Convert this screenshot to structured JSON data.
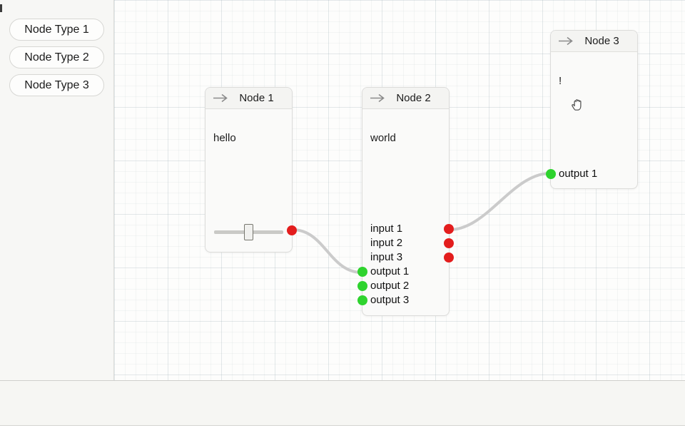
{
  "sidebar": {
    "buttons": [
      {
        "label": "Node Type 1"
      },
      {
        "label": "Node Type 2"
      },
      {
        "label": "Node Type 3"
      }
    ]
  },
  "nodes": [
    {
      "title": "Node 1",
      "header_icon": "arrow-right-icon",
      "content": "hello",
      "slider": {
        "value": "50",
        "min": "0",
        "max": "100"
      },
      "output_ports": 1
    },
    {
      "title": "Node 2",
      "header_icon": "arrow-right-icon",
      "content": "world",
      "inputs": [
        "input 1",
        "input 2",
        "input 3"
      ],
      "outputs": [
        "output 1",
        "output 2",
        "output 3"
      ]
    },
    {
      "title": "Node 3",
      "header_icon": "arrow-right-icon",
      "content": "!",
      "outputs": [
        "output 1"
      ]
    }
  ],
  "connections": [
    {
      "from": "Node 1 output",
      "to": "Node 2 output 1 side"
    },
    {
      "from": "Node 2 input 1 side",
      "to": "Node 3 output 1"
    }
  ],
  "cursor": {
    "icon": "grab-hand-cursor"
  },
  "colors": {
    "input_port": "#e31d1d",
    "output_port": "#2ed32e",
    "connection": "#cbcbcb",
    "node_border": "#dcdcda",
    "canvas_bg": "#fdfdfc",
    "sidebar_bg": "#f7f7f5"
  }
}
